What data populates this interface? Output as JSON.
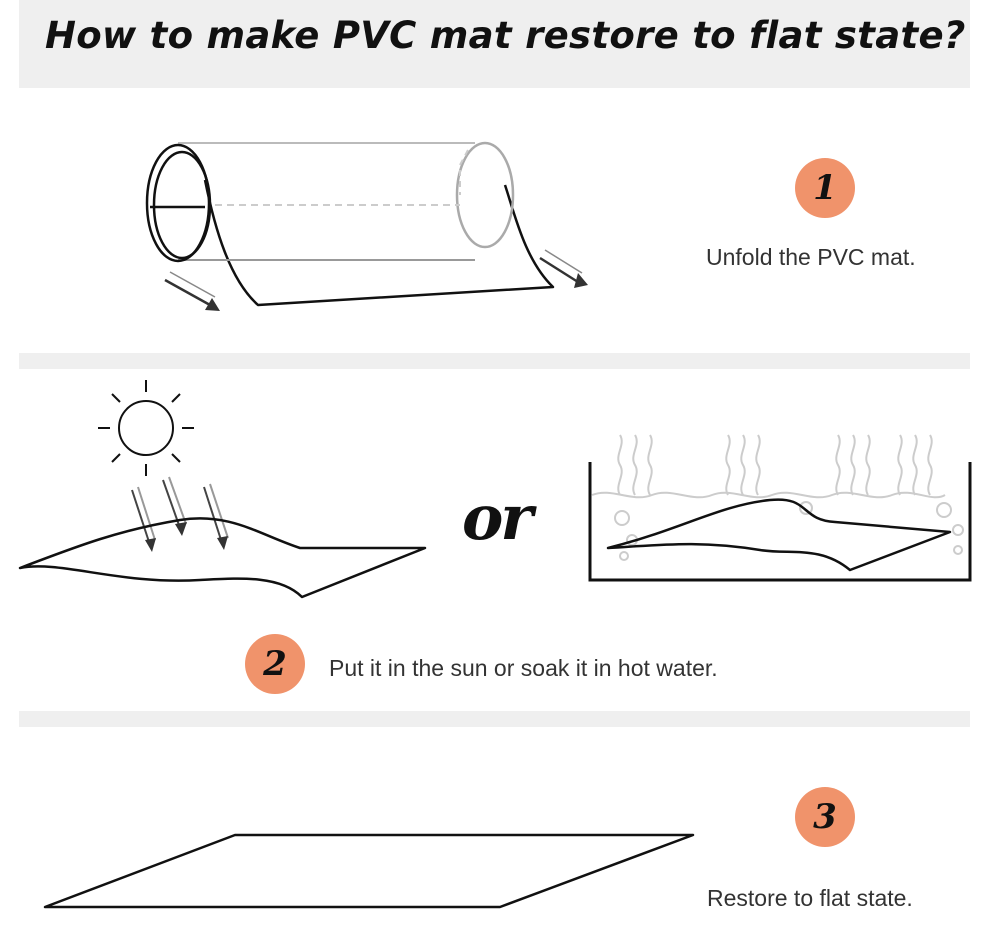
{
  "title": "How to make PVC mat restore to flat state?",
  "steps": [
    {
      "number": "1",
      "text": "Unfold the PVC mat.",
      "icon": "rolled-mat-icon"
    },
    {
      "number": "2",
      "text": "Put it in the sun or soak it in hot water.",
      "icon": "sun-icon"
    },
    {
      "number": "3",
      "text": "Restore to flat state.",
      "icon": "flat-mat-icon"
    }
  ],
  "or_text": "or",
  "colors": {
    "badge": "#f0936b",
    "panel": "#efefef",
    "ink": "#111111",
    "caption": "#333333",
    "water": "#cccccc"
  }
}
